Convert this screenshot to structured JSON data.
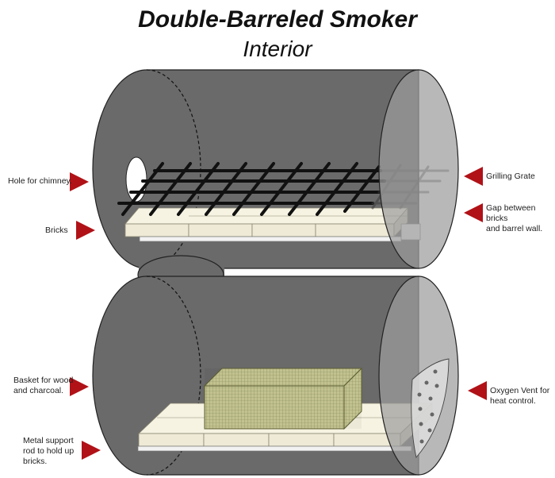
{
  "title": "Double-Barreled Smoker",
  "subtitle": "Interior",
  "labels": {
    "hole_for_chimney": "Hole for chimney.",
    "bricks": "Bricks",
    "grilling_grate": "Grilling Grate",
    "gap_between_bricks": "Gap between bricks\nand barrel wall.",
    "basket": "Basket for wood\nand charcoal.",
    "metal_support_rod": "Metal support\nrod to hold up\nbricks.",
    "oxygen_vent": "Oxygen Vent for\nheat control."
  },
  "colors": {
    "barrel": "#6a6a6a",
    "barrel_end": "#9c9c9c",
    "brick": "#eeead6",
    "grate": "#111111",
    "basket": "#c9ca96",
    "arrow": "#b01217"
  }
}
